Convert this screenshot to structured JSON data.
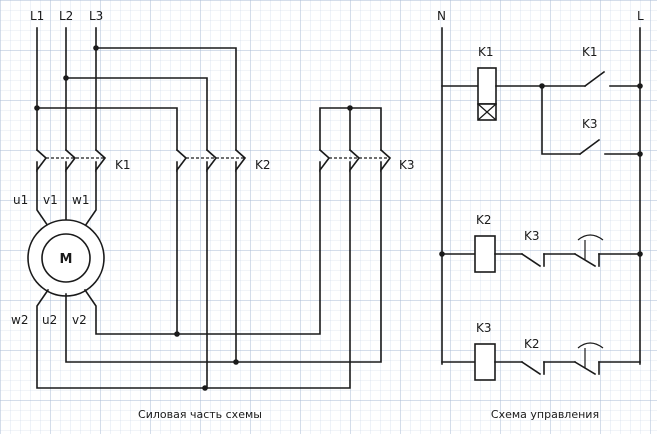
{
  "power": {
    "phases": [
      "L1",
      "L2",
      "L3"
    ],
    "contactors": [
      "K1",
      "K2",
      "K3"
    ],
    "motor": {
      "label": "M",
      "terminals_top": [
        "u1",
        "v1",
        "w1"
      ],
      "terminals_bottom": [
        "w2",
        "u2",
        "v2"
      ]
    },
    "caption": "Силовая часть схемы"
  },
  "control": {
    "rails": [
      "N",
      "L"
    ],
    "coils": [
      "K1",
      "K2",
      "K3"
    ],
    "contacts": [
      "K1",
      "K3",
      "K3",
      "K2"
    ],
    "caption": "Схема управления"
  }
}
